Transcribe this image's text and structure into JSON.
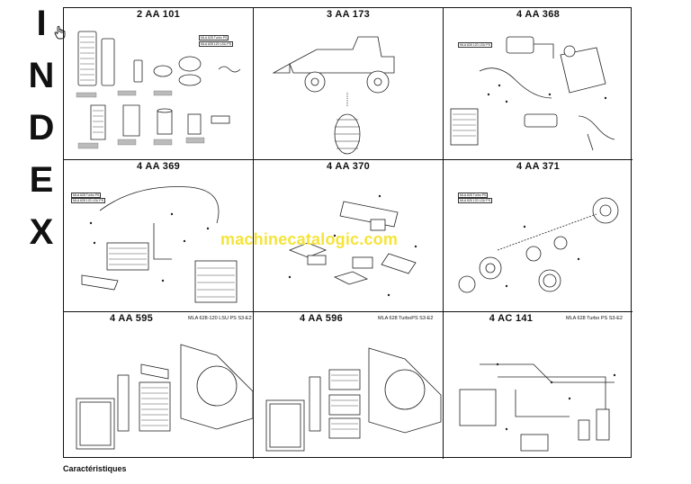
{
  "index_title": [
    "I",
    "N",
    "D",
    "E",
    "X"
  ],
  "footer_label": "Caractéristiques",
  "watermark": "machinecatalogic.com",
  "cells": [
    {
      "ref": "2 AA 101",
      "subtitle": "",
      "tags": [
        "MLA 628 Turbo PS",
        "MLA 628 120 LSU PS"
      ]
    },
    {
      "ref": "3 AA 173",
      "subtitle": "",
      "tags": []
    },
    {
      "ref": "4 AA 368",
      "subtitle": "",
      "tags": [
        "MLA 626 120 LSU PS"
      ]
    },
    {
      "ref": "4 AA 369",
      "subtitle": "",
      "tags": [
        "MLA 628 Turbo PS",
        "MLA 628 120 LSU PS"
      ]
    },
    {
      "ref": "4 AA 370",
      "subtitle": "",
      "tags": []
    },
    {
      "ref": "4 AA 371",
      "subtitle": "",
      "tags": [
        "MLA 628 Turbo PS",
        "MLA 626 120 LSU PS"
      ]
    },
    {
      "ref": "4 AA 595",
      "subtitle": "MLA 628-120 LSU PS S3-E2",
      "tags": []
    },
    {
      "ref": "4 AA 596",
      "subtitle": "MLA 628 TurboPS S3-E2",
      "tags": []
    },
    {
      "ref": "4 AC 141",
      "subtitle": "MLA 628 Turbo PS S3-E2",
      "tags": []
    }
  ]
}
